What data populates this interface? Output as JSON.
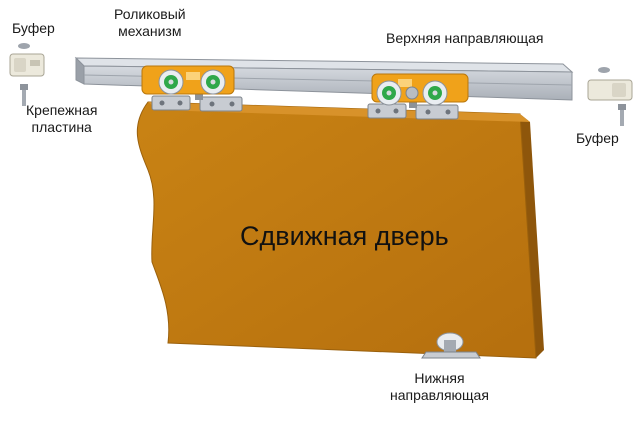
{
  "labels": {
    "buffer_left": "Буфер",
    "roller_line1": "Роликовый",
    "roller_line2": "механизм",
    "top_rail": "Верхняя направляющая",
    "mount_line1": "Крепежная",
    "mount_line2": "пластина",
    "buffer_right": "Буфер",
    "door": "Сдвижная дверь",
    "bottom_line1": "Нижняя",
    "bottom_line2": "направляющая"
  },
  "colors": {
    "door": "#c07a12",
    "door_side": "#96590a",
    "rail": "#b6bcc4",
    "roller_body": "#f0a21a",
    "wheel": "#2fa84a",
    "hardware": "#c8ccd2",
    "buffer": "#ece9dc"
  }
}
